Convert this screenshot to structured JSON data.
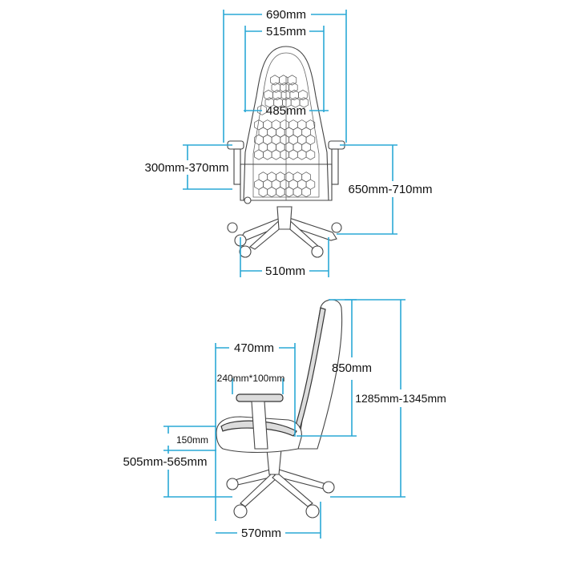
{
  "colors": {
    "dimension_line": "#2aa8d6",
    "chair_outline": "#444444",
    "text": "#111111",
    "background": "#ffffff"
  },
  "front_view": {
    "overall_width": "690mm",
    "backrest_width": "515mm",
    "backrest_inner_width": "485mm",
    "armrest_height_range": "300mm-370mm",
    "seat_height_from_floor": "650mm-710mm",
    "base_width": "510mm"
  },
  "side_view": {
    "seat_depth": "470mm",
    "armrest_pad_size": "240mm*100mm",
    "backrest_height": "850mm",
    "total_height": "1285mm-1345mm",
    "seat_cushion_thickness": "150mm",
    "seat_height": "505mm-565mm",
    "base_depth": "570mm"
  }
}
